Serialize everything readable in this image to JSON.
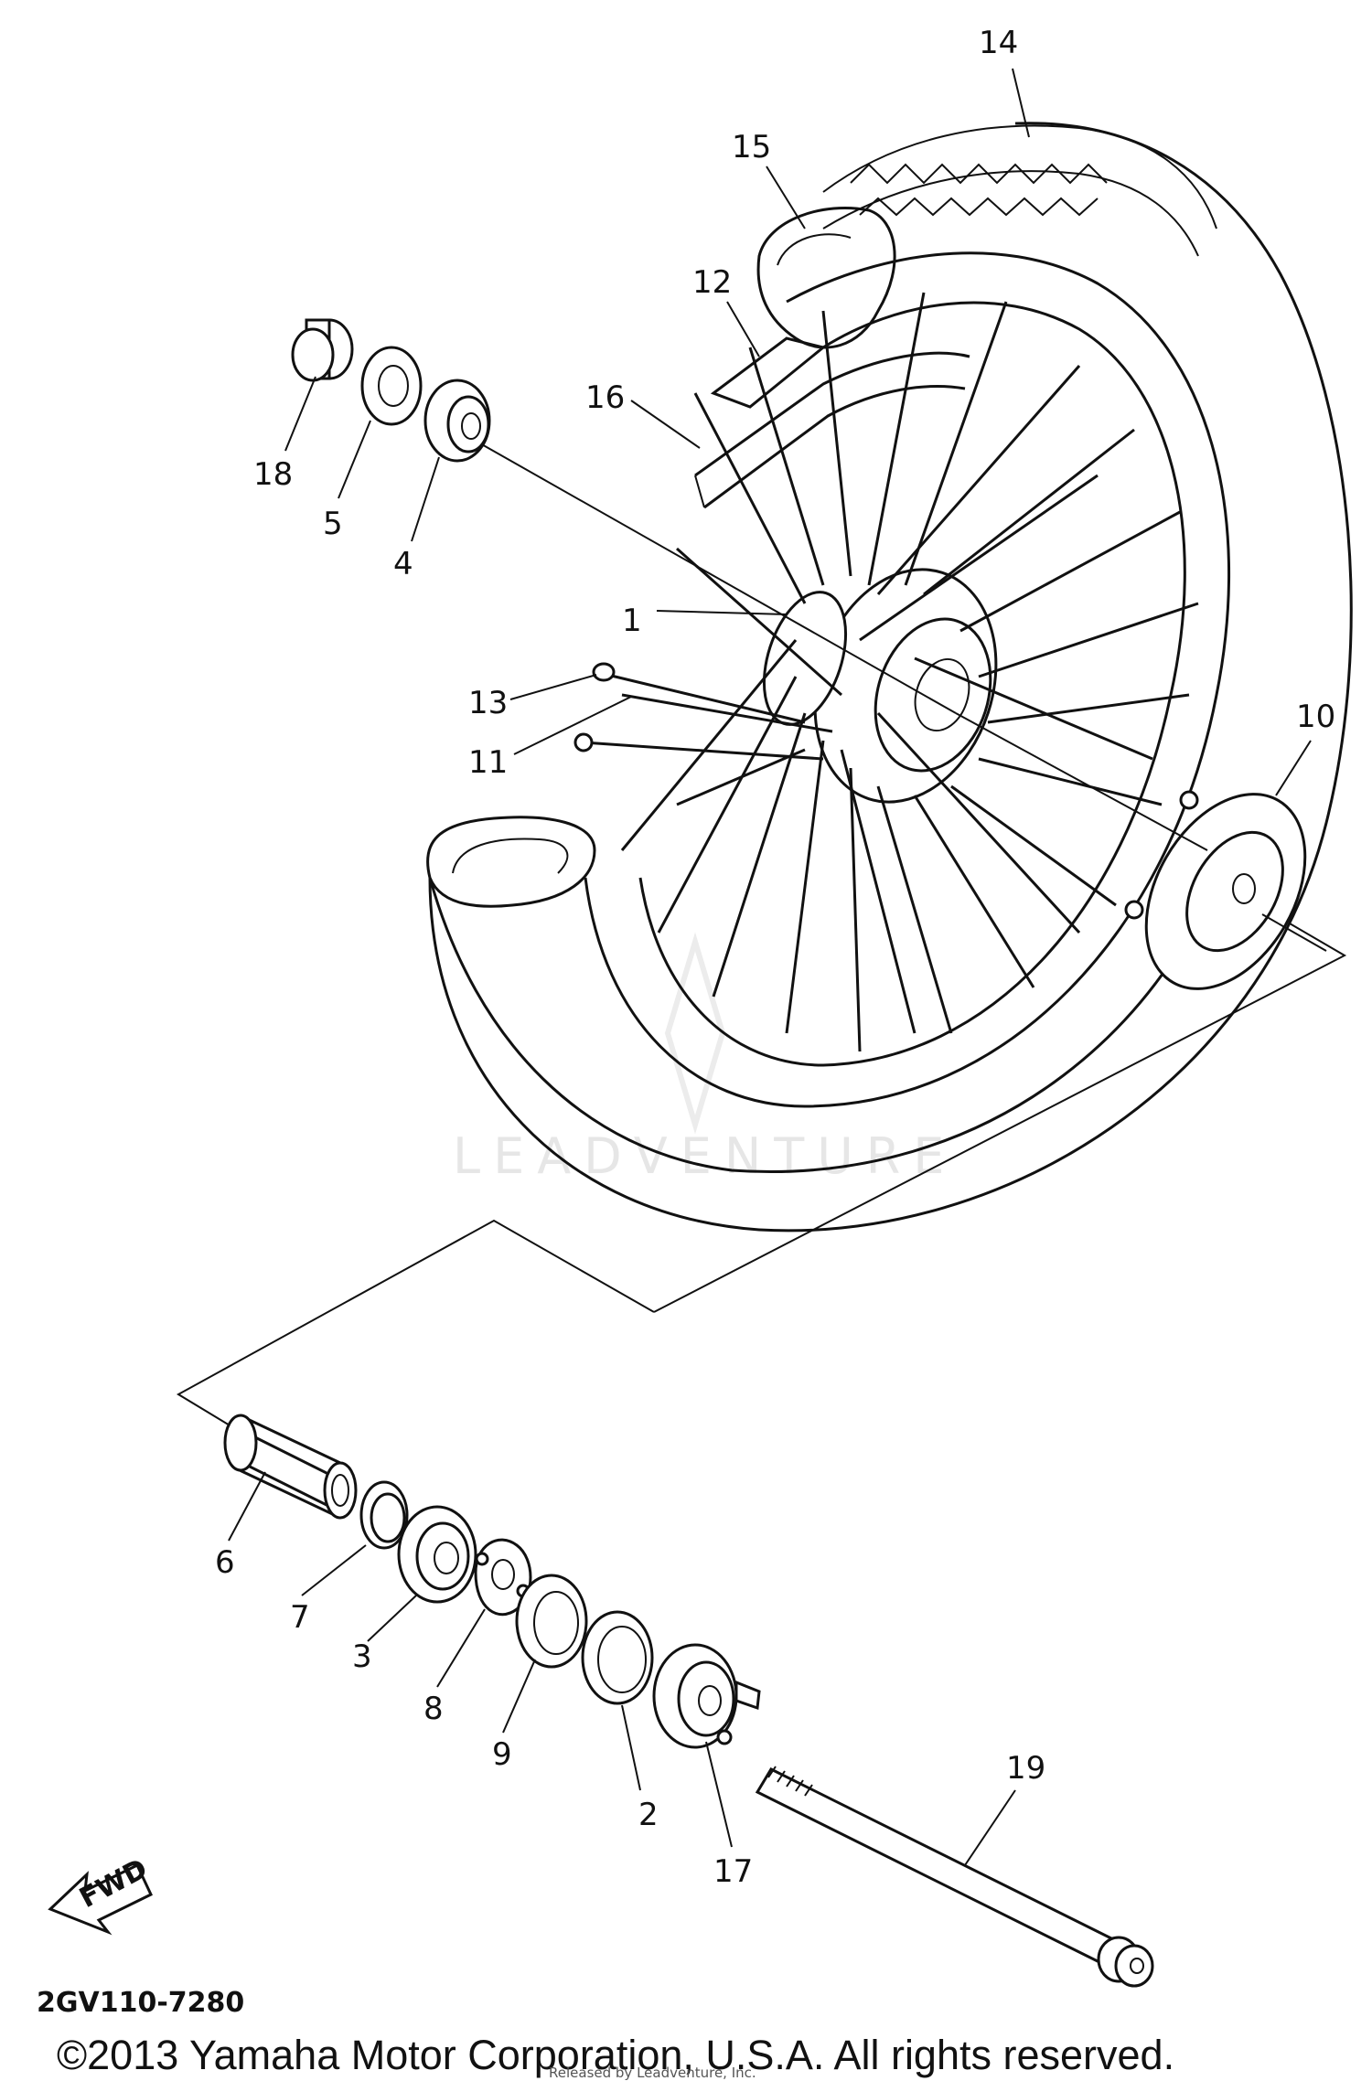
{
  "diagram": {
    "callouts": [
      {
        "id": "c1",
        "text": "1"
      },
      {
        "id": "c2",
        "text": "2"
      },
      {
        "id": "c3",
        "text": "3"
      },
      {
        "id": "c4",
        "text": "4"
      },
      {
        "id": "c5",
        "text": "5"
      },
      {
        "id": "c6",
        "text": "6"
      },
      {
        "id": "c7",
        "text": "7"
      },
      {
        "id": "c8",
        "text": "8"
      },
      {
        "id": "c9",
        "text": "9"
      },
      {
        "id": "c10",
        "text": "10"
      },
      {
        "id": "c11",
        "text": "11"
      },
      {
        "id": "c12",
        "text": "12"
      },
      {
        "id": "c13",
        "text": "13"
      },
      {
        "id": "c14",
        "text": "14"
      },
      {
        "id": "c15",
        "text": "15"
      },
      {
        "id": "c16",
        "text": "16"
      },
      {
        "id": "c17",
        "text": "17"
      },
      {
        "id": "c18",
        "text": "18"
      },
      {
        "id": "c19",
        "text": "19"
      }
    ],
    "fwd_label": "FWD",
    "diagram_code": "2GV110-7280",
    "watermark": "LEADVENTURE"
  },
  "footer": {
    "copyright": "©2013 Yamaha Motor Corporation, U.S.A. All rights reserved.",
    "overlay_note": "Released by Leadventure, Inc."
  }
}
